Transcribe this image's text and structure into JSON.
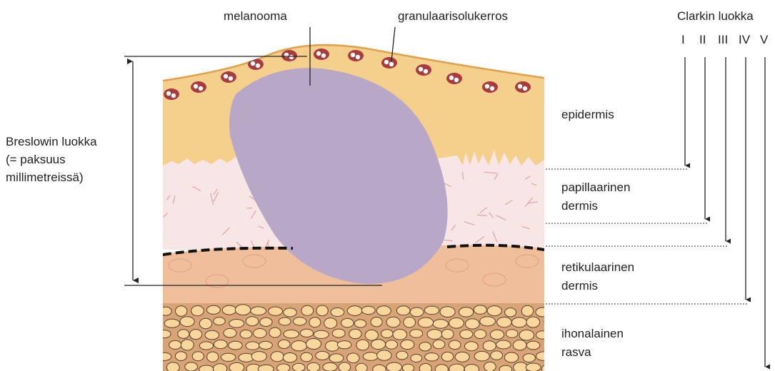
{
  "labels": {
    "melanoma": "melanooma",
    "granular": "granulaarisolukerros",
    "clark_title": "Clarkin luokka",
    "breslow": [
      "Breslowin luokka",
      "(= paksuus",
      "millimetreissä)"
    ],
    "epidermis": "epidermis",
    "papillary": [
      "papillaarinen",
      "dermis"
    ],
    "reticular": [
      "retikulaarinen",
      "dermis"
    ],
    "subcutis": [
      "ihonalainen",
      "rasva"
    ]
  },
  "clark_levels": [
    "I",
    "II",
    "III",
    "IV",
    "V"
  ],
  "colors": {
    "epidermis": "#f5d08d",
    "surface": "#e3a04c",
    "papillary": "#f8e6e6",
    "reticular": "#efbf9c",
    "fat_bg": "#d8a477",
    "fat_cell": "#f8d69c",
    "melanoma": "#b8a7c6",
    "cell": "#a93a3e",
    "line": "#222222"
  }
}
